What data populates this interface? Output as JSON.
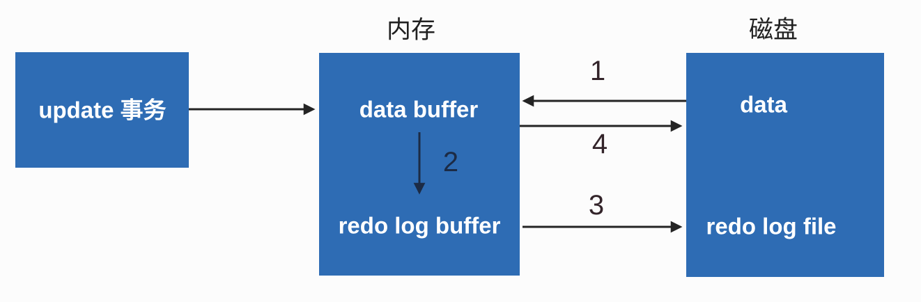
{
  "diagram": {
    "update_box": {
      "label": "update 事务"
    },
    "memory_box": {
      "title": "内存",
      "top_item": "data buffer",
      "bottom_item": "redo log buffer"
    },
    "disk_box": {
      "title": "磁盘",
      "top_item": "data",
      "bottom_item": "redo log file"
    },
    "steps": {
      "1": "1",
      "2": "2",
      "3": "3",
      "4": "4"
    },
    "colors": {
      "bg": "#fcfcfc",
      "box_fill": "#2e6cb4",
      "box_text": "#ffffff",
      "title_text": "#212121",
      "arrow": "#242424",
      "inner_arrow": "#1c2b45",
      "step_number": "#33242a"
    }
  }
}
